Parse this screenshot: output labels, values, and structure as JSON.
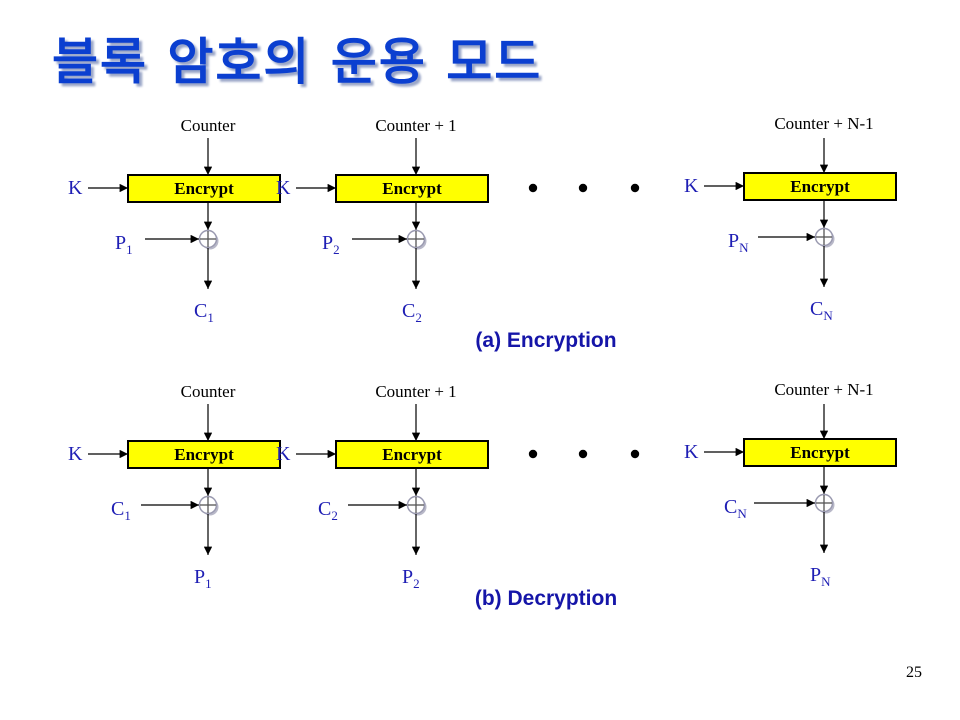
{
  "title": "블록 암호의 운용 모드",
  "page_number": "25",
  "encrypt_label": "Encrypt",
  "key_label": "K",
  "ellipsis": "• • •",
  "panels": [
    {
      "caption": "(a) Encryption",
      "stages": [
        {
          "counter": "Counter",
          "in_main": "P",
          "in_sub": "1",
          "out_main": "C",
          "out_sub": "1"
        },
        {
          "counter": "Counter + 1",
          "in_main": "P",
          "in_sub": "2",
          "out_main": "C",
          "out_sub": "2"
        },
        {
          "counter": "Counter + N-1",
          "in_main": "P",
          "in_sub": "N",
          "out_main": "C",
          "out_sub": "N"
        }
      ]
    },
    {
      "caption": "(b) Decryption",
      "stages": [
        {
          "counter": "Counter",
          "in_main": "C",
          "in_sub": "1",
          "out_main": "P",
          "out_sub": "1"
        },
        {
          "counter": "Counter + 1",
          "in_main": "C",
          "in_sub": "2",
          "out_main": "P",
          "out_sub": "2"
        },
        {
          "counter": "Counter + N-1",
          "in_main": "C",
          "in_sub": "N",
          "out_main": "P",
          "out_sub": "N"
        }
      ]
    }
  ],
  "colors": {
    "title": "#0b3fd0",
    "box_fill": "#ffff00",
    "label_blue": "#1e1eb4",
    "caption": "#1515a8"
  }
}
